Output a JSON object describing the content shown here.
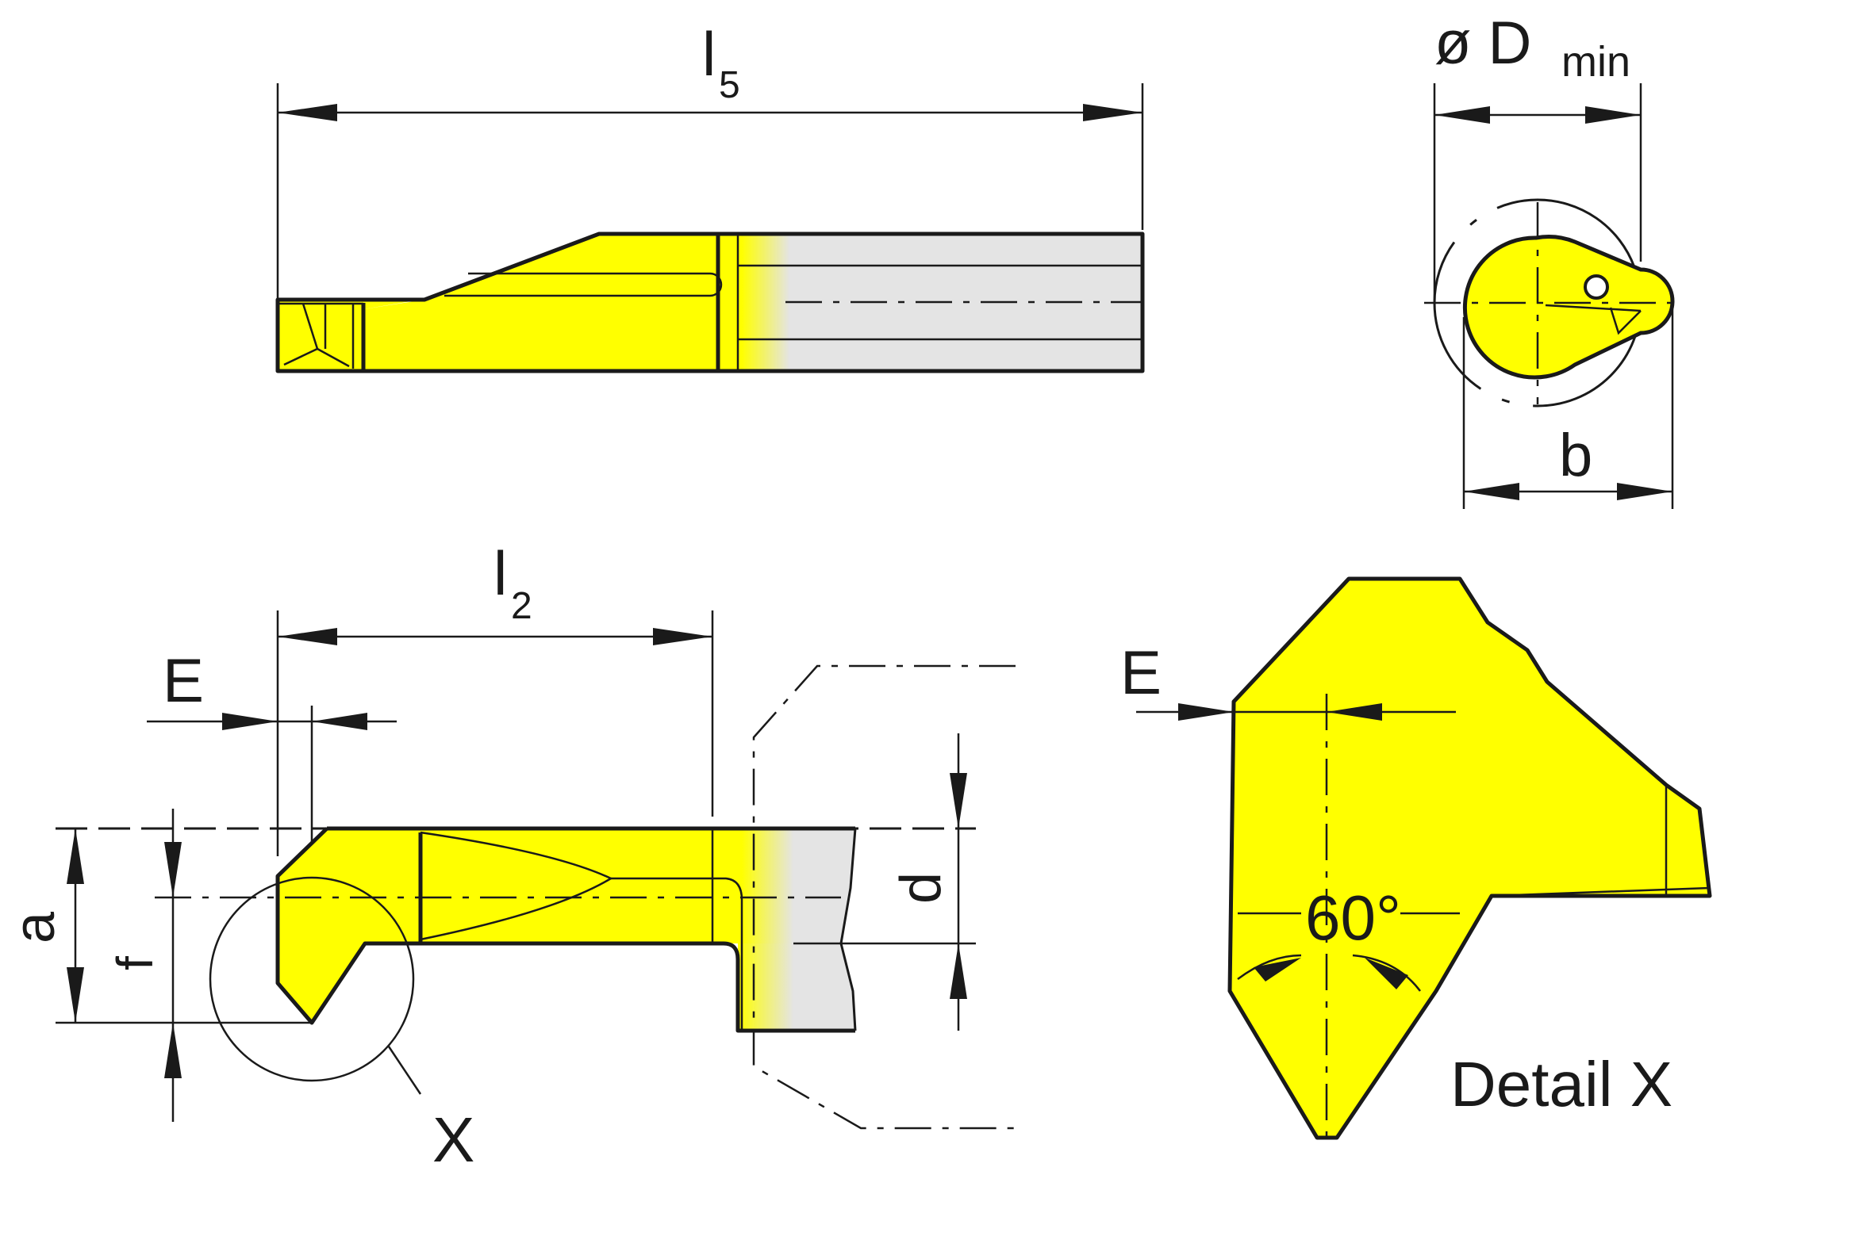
{
  "colors": {
    "insert_yellow": "#FFFF00",
    "shank_gray": "#E4E4E4",
    "line": "#1A1A1A",
    "background": "#FFFFFF"
  },
  "labels": {
    "l5_main": "l",
    "l5_sub": "5",
    "dmin_main": "ø D",
    "dmin_sub": "min",
    "b": "b",
    "l2_main": "l",
    "l2_sub": "2",
    "e_left": "E",
    "a": "a",
    "f": "f",
    "d": "d",
    "x": "X",
    "e_detail": "E",
    "angle": "60°",
    "detail_title": "Detail X"
  }
}
